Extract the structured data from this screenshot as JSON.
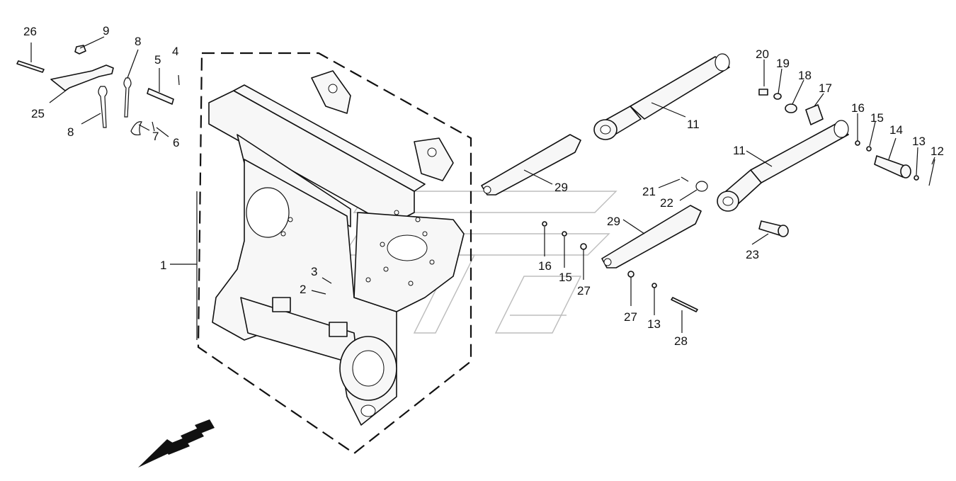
{
  "diagram": {
    "callouts": {
      "c1": "1",
      "c2": "2",
      "c3": "3",
      "c4": "4",
      "c5": "5",
      "c6": "6",
      "c7": "7",
      "c8a": "8",
      "c8b": "8",
      "c9": "9",
      "c11a": "11",
      "c11b": "11",
      "c12": "12",
      "c13a": "13",
      "c13b": "13",
      "c14": "14",
      "c15a": "15",
      "c15b": "15",
      "c16a": "16",
      "c16b": "16",
      "c17": "17",
      "c18": "18",
      "c19": "19",
      "c20": "20",
      "c21": "21",
      "c22": "22",
      "c23": "23",
      "c25": "25",
      "c26": "26",
      "c27a": "27",
      "c27b": "27",
      "c28": "28",
      "c29a": "29",
      "c29b": "29"
    },
    "colors": {
      "line": "#111111",
      "watermark": "#bdbdbd",
      "arrow": "#111111"
    }
  }
}
